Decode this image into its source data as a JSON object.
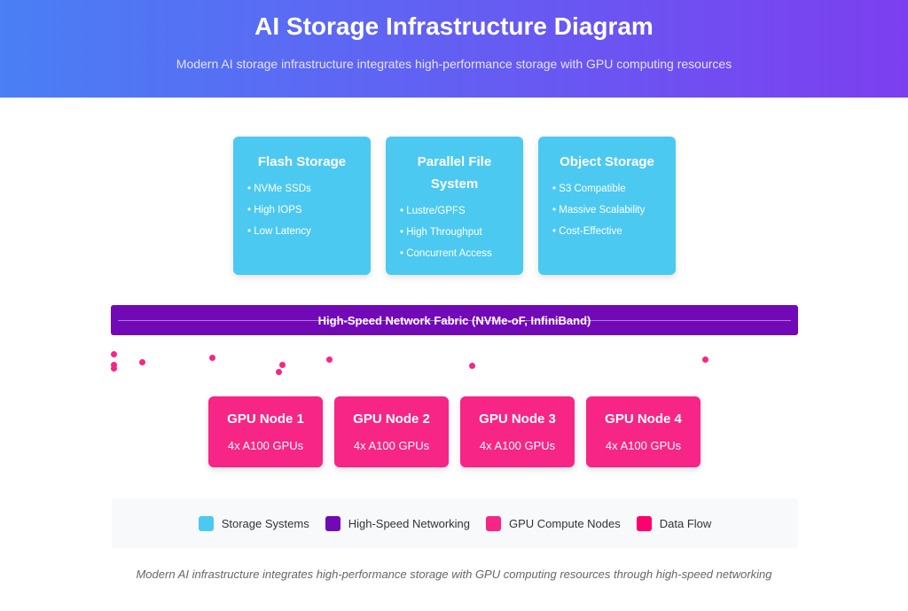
{
  "header": {
    "title": "AI Storage Infrastructure Diagram",
    "subtitle": "Modern AI storage infrastructure integrates high-performance storage with GPU computing resources"
  },
  "storage": [
    {
      "title": "Flash Storage",
      "items": [
        "NVMe SSDs",
        "High IOPS",
        "Low Latency"
      ]
    },
    {
      "title": "Parallel File System",
      "items": [
        "Lustre/GPFS",
        "High Throughput",
        "Concurrent Access"
      ]
    },
    {
      "title": "Object Storage",
      "items": [
        "S3 Compatible",
        "Massive Scalability",
        "Cost-Effective"
      ]
    }
  ],
  "fabric": {
    "label": "High-Speed Network Fabric (NVMe-oF, InfiniBand)"
  },
  "gpus": [
    {
      "title": "GPU Node 1",
      "spec": "4x A100 GPUs"
    },
    {
      "title": "GPU Node 2",
      "spec": "4x A100 GPUs"
    },
    {
      "title": "GPU Node 3",
      "spec": "4x A100 GPUs"
    },
    {
      "title": "GPU Node 4",
      "spec": "4x A100 GPUs"
    }
  ],
  "legend": [
    {
      "label": "Storage Systems",
      "color": "#4cc9f0"
    },
    {
      "label": "High-Speed Networking",
      "color": "#7209b7"
    },
    {
      "label": "GPU Compute Nodes",
      "color": "#f72585"
    },
    {
      "label": "Data Flow",
      "color": "#ff006e"
    }
  ],
  "caption": "Modern AI infrastructure integrates high-performance storage with GPU computing resources through high-speed networking"
}
